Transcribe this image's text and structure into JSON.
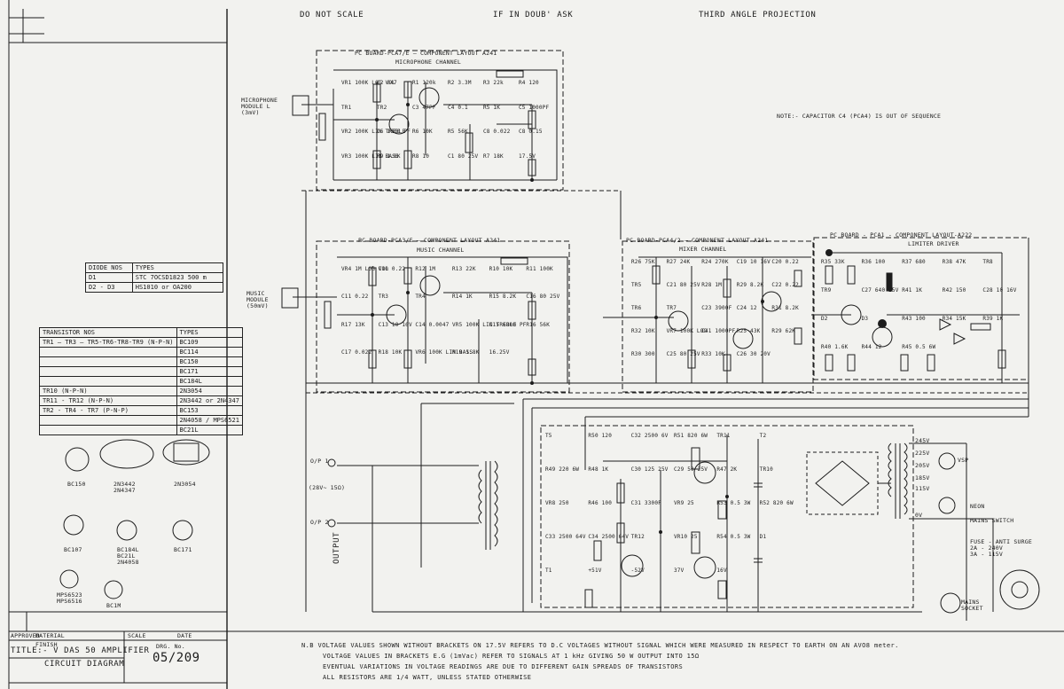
{
  "header": {
    "do_not_scale": "DO NOT SCALE",
    "if_in_doubt": "IF IN DOUB' ASK",
    "projection": "THIRD ANGLE PROJECTION"
  },
  "boards": {
    "mic": {
      "title": "PC BOARD-PCA7/E — COMPONENT LAYOUT A241",
      "channel": "MICROPHONE CHANNEL"
    },
    "music": {
      "title": "PC BOARD-PCA3/E — COMPONENT LAYOUT A241",
      "channel": "MUSIC CHANNEL"
    },
    "mixer": {
      "title": "PC BOARD-PCA4/2 — COMPONENT LAYOUT A241",
      "channel": "MIXER CHANNEL"
    },
    "limiter": {
      "title": "PC BOARD - PCA1 - COMPONENT LAYOUT-A222",
      "channel": "LIMITER DRIVER"
    }
  },
  "note_capacitor": "NOTE:- CAPACITOR C4 (PCA4) IS OUT OF SEQUENCE",
  "inputs": {
    "mic_label": "MICROPHONE\nMODULE L\n(3mV)",
    "music_label": "MUSIC\nMODULE\n(50mV)",
    "output_label": "OUTPUT",
    "op_1": "O/P 1",
    "op_voltage": "(28V~ 15Ω)",
    "op_2": "O/P 2"
  },
  "diode_table": {
    "headers": [
      "DIODE NOS",
      "TYPES"
    ],
    "rows": [
      [
        "D1",
        "STC 7OCSD1823 500 m"
      ],
      [
        "D2 - D3",
        "HS1010 or OA200"
      ]
    ]
  },
  "transistor_table": {
    "headers": [
      "TRANSISTOR NOS",
      "TYPES"
    ],
    "rows": [
      [
        "TR1 — TR3 — TR5-TR6-TR8-TR9 (N-P-N)",
        "BC109"
      ],
      [
        "",
        "BC114"
      ],
      [
        "",
        "BC150"
      ],
      [
        "",
        "BC171"
      ],
      [
        "",
        "BC184L"
      ],
      [
        "TR10 (N-P-N)",
        "2N3054"
      ],
      [
        "TR11 - TR12 (N-P-N)",
        "2N3442 or 2N4347"
      ],
      [
        "TR2 - TR4 - TR7 (P-N-P)",
        "BC153"
      ],
      [
        "",
        "2N4058 / MPS6521"
      ],
      [
        "",
        "BC21L"
      ]
    ]
  },
  "packages": [
    "BC150",
    "2N3442\n2N4347",
    "2N3054",
    "BC107",
    "BC184L\nBC21L\n2N4058",
    "BC171",
    "MPS6523\nMPS6516",
    "BC1M"
  ],
  "title_block": {
    "title": "TITLE:- V DAS 50 AMPLIFIER",
    "subtitle": "CIRCUIT DIAGRAM",
    "drawing_no": "05/209",
    "approved": "APPROVED",
    "scale": "SCALE",
    "date": "DATE",
    "material": "MATERIAL",
    "finish": "FINISH",
    "drg_label": "DRG. No."
  },
  "notes": [
    "N.B  VOLTAGE VALUES SHOWN WITHOUT BRACKETS ON 17.5V REFERS TO D.C VOLTAGES WITHOUT SIGNAL WHICH WERE MEASURED IN RESPECT TO EARTH ON AN AVO8 meter.",
    "VOLTAGE VALUES IN BRACKETS E.G (1mVac) REFER TO SIGNALS AT 1 kHz GIVING 50 W OUTPUT INTO 15Ω",
    "EVENTUAL VARIATIONS IN VOLTAGE READINGS ARE DUE TO DIFFERENT GAIN SPREADS OF TRANSISTORS",
    "ALL RESISTORS ARE 1/4 WATT, UNLESS STATED OTHERWISE"
  ],
  "power": {
    "fuse": "FUSE - ANTI SURGE\n2A - 240V\n3A - 115V",
    "neon": "NEON",
    "mains_switch": "MAINS SWITCH",
    "mains_socket": "MAINS\nSOCKET",
    "vsp": "VSP",
    "taps": [
      "245V",
      "225V",
      "205V",
      "185V",
      "0V",
      "115V"
    ]
  },
  "components": {
    "mic": [
      "VR1 100K LOG VOL",
      "C2 047",
      "R1 120k",
      "R2 3.3M",
      "R3 22k",
      "R4 120",
      "TR1",
      "TR2",
      "C3 47PF",
      "C4 0.1",
      "R5 1K",
      "C5 1000PF",
      "VR2 100K LIN TREBLE",
      "C6 1000 PF",
      "R6 10K",
      "R5 56K",
      "C8 0.022",
      "C8 0.15",
      "VR3 100K LIN BASS",
      "R9 1.8K",
      "R8 10",
      "C1 80 25V",
      "R7 18K",
      "17.5V"
    ],
    "music": [
      "VR4 1M LOG VOL",
      "C10 0.22",
      "R12 1M",
      "R13 22K",
      "R10 10K",
      "R11 100K",
      "C11 0.22",
      "TR3",
      "TR4",
      "R14 1K",
      "R15 8.2K",
      "C16 80 25V",
      "R17 13K",
      "C13 10 16V",
      "C14 0.0047",
      "VR5 100K LIN TREBLE",
      "C15 6800 PF",
      "R16 56K",
      "C17 0.022",
      "R18 10K",
      "VR6 100K LIN BASS",
      "R19 1.8K",
      "16.25V"
    ],
    "mixer": [
      "R26 75K",
      "R27 24K",
      "R24 270K",
      "C19 10 16V",
      "C20 0.22",
      "TR5",
      "C21 80 25V",
      "R28 1M",
      "R29 8.2K",
      "C22 0.22",
      "TR6",
      "TR7",
      "C23 3900F",
      "C24 12",
      "R31 8.2K",
      "R32 10K",
      "VR7 100K LOG",
      "C41 1000PF",
      "R25 43K",
      "R29 62K",
      "R30 300",
      "C25 80 25V",
      "R33 10K",
      "C26 30 20V"
    ],
    "limiter": [
      "R35 33K",
      "R36 100",
      "R37 680",
      "R38 47K",
      "TR8",
      "TR9",
      "C27 640 25V",
      "R41 1K",
      "R42 150",
      "C28 10 16V",
      "D2",
      "D3",
      "R43 100",
      "R34 15K",
      "R39 1K",
      "R40 1.6K",
      "R44 12",
      "R45 0.5 6W"
    ],
    "output": [
      "T5",
      "R50 120",
      "C32 2500 6V",
      "R51 820 6W",
      "TR11",
      "T2",
      "R49 220 6W",
      "R48 1K",
      "C30 125 25V",
      "C29 50 25V",
      "R47 2K",
      "TR10",
      "VR8 250",
      "R46 100",
      "C31 3300F",
      "VR9 25",
      "R53 0.5 3W",
      "R52 820 6W",
      "C33 2500 64V",
      "C34 2500 64V",
      "TR12",
      "VR10 25",
      "R54 0.5 3W",
      "D1",
      "T1",
      "+51V",
      "-52V",
      "37V",
      "16V"
    ]
  }
}
